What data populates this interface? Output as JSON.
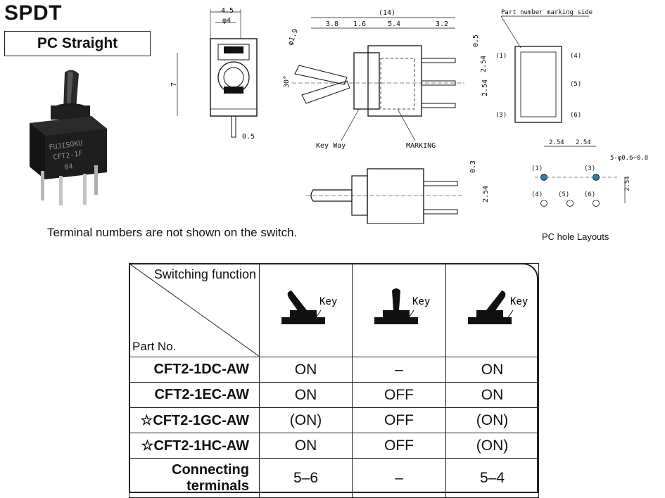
{
  "header": {
    "title": "SPDT",
    "subtitle": "PC Straight"
  },
  "photo": {
    "label_line1": "FUJISOKU",
    "label_line2": "CFT2-1F",
    "label_line3": "04"
  },
  "notes": {
    "terminal_note": "Terminal numbers are not shown on the switch.",
    "pc_hole_caption": "PC hole Layouts"
  },
  "drawing": {
    "front": {
      "width": "4.5",
      "dia": "φ4",
      "height": "7",
      "pin": "0.5"
    },
    "side": {
      "total": "(14)",
      "d1": "3.8",
      "d2": "1.6",
      "d3": "5.4",
      "d4": "3.2",
      "pin_dia": "φ1.9",
      "angle": "30°",
      "keyway": "Key Way",
      "marking": "MARKING",
      "r1": "0.5",
      "r2": "2.54",
      "r3": "2.54"
    },
    "bottom": {
      "r1": "0.3",
      "r2": "2.54"
    },
    "terminal_view": {
      "title": "Part number marking side",
      "labels": [
        "(1)",
        "(4)",
        "(5)",
        "(3)",
        "(6)"
      ]
    },
    "hole_layout": {
      "p1": "2.54",
      "p2": "2.54",
      "hole": "5-φ0.6~0.8",
      "v": "2.54",
      "labels": [
        "(1)",
        "(3)",
        "(4)",
        "(5)",
        "(6)"
      ]
    }
  },
  "table": {
    "header_function": "Switching function",
    "header_part": "Part No.",
    "key_label": "Key",
    "rows": [
      {
        "part": "CFT2-1DC-AW",
        "c1": "ON",
        "c2": "–",
        "c3": "ON"
      },
      {
        "part": "CFT2-1EC-AW",
        "c1": "ON",
        "c2": "OFF",
        "c3": "ON"
      },
      {
        "part": "☆CFT2-1GC-AW",
        "c1": "(ON)",
        "c2": "OFF",
        "c3": "(ON)"
      },
      {
        "part": "☆CFT2-1HC-AW",
        "c1": "ON",
        "c2": "OFF",
        "c3": "(ON)"
      }
    ],
    "connecting": {
      "label": "Connecting terminals",
      "c1": "5–6",
      "c2": "–",
      "c3": "5–4"
    }
  },
  "colors": {
    "hole_fill": "#2a7fa8",
    "ink": "#111111"
  }
}
